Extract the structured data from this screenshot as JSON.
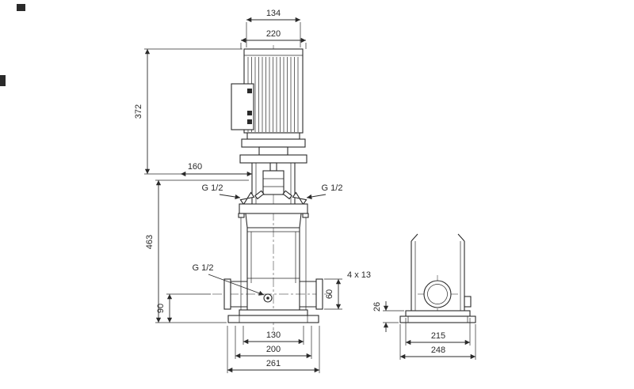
{
  "drawing": {
    "front_view": {
      "dim_fan_width": "134",
      "dim_motor_width": "220",
      "dim_motor_height": "372",
      "dim_head_length": "160",
      "dim_pump_height": "463",
      "dim_drain_height": "90",
      "dim_port_flange": "60",
      "dim_base_width_inner": "130",
      "dim_base_width_mid": "200",
      "dim_base_width_outer": "261",
      "label_gauge_port_left": "G 1/2",
      "label_gauge_port_right": "G 1/2",
      "label_drain_port": "G 1/2",
      "label_base_holes": "4 x 13"
    },
    "side_view": {
      "dim_base_height": "26",
      "dim_base_depth_inner": "215",
      "dim_base_depth_outer": "248"
    },
    "colors": {
      "line": "#2a2a2a",
      "background": "#ffffff"
    }
  }
}
